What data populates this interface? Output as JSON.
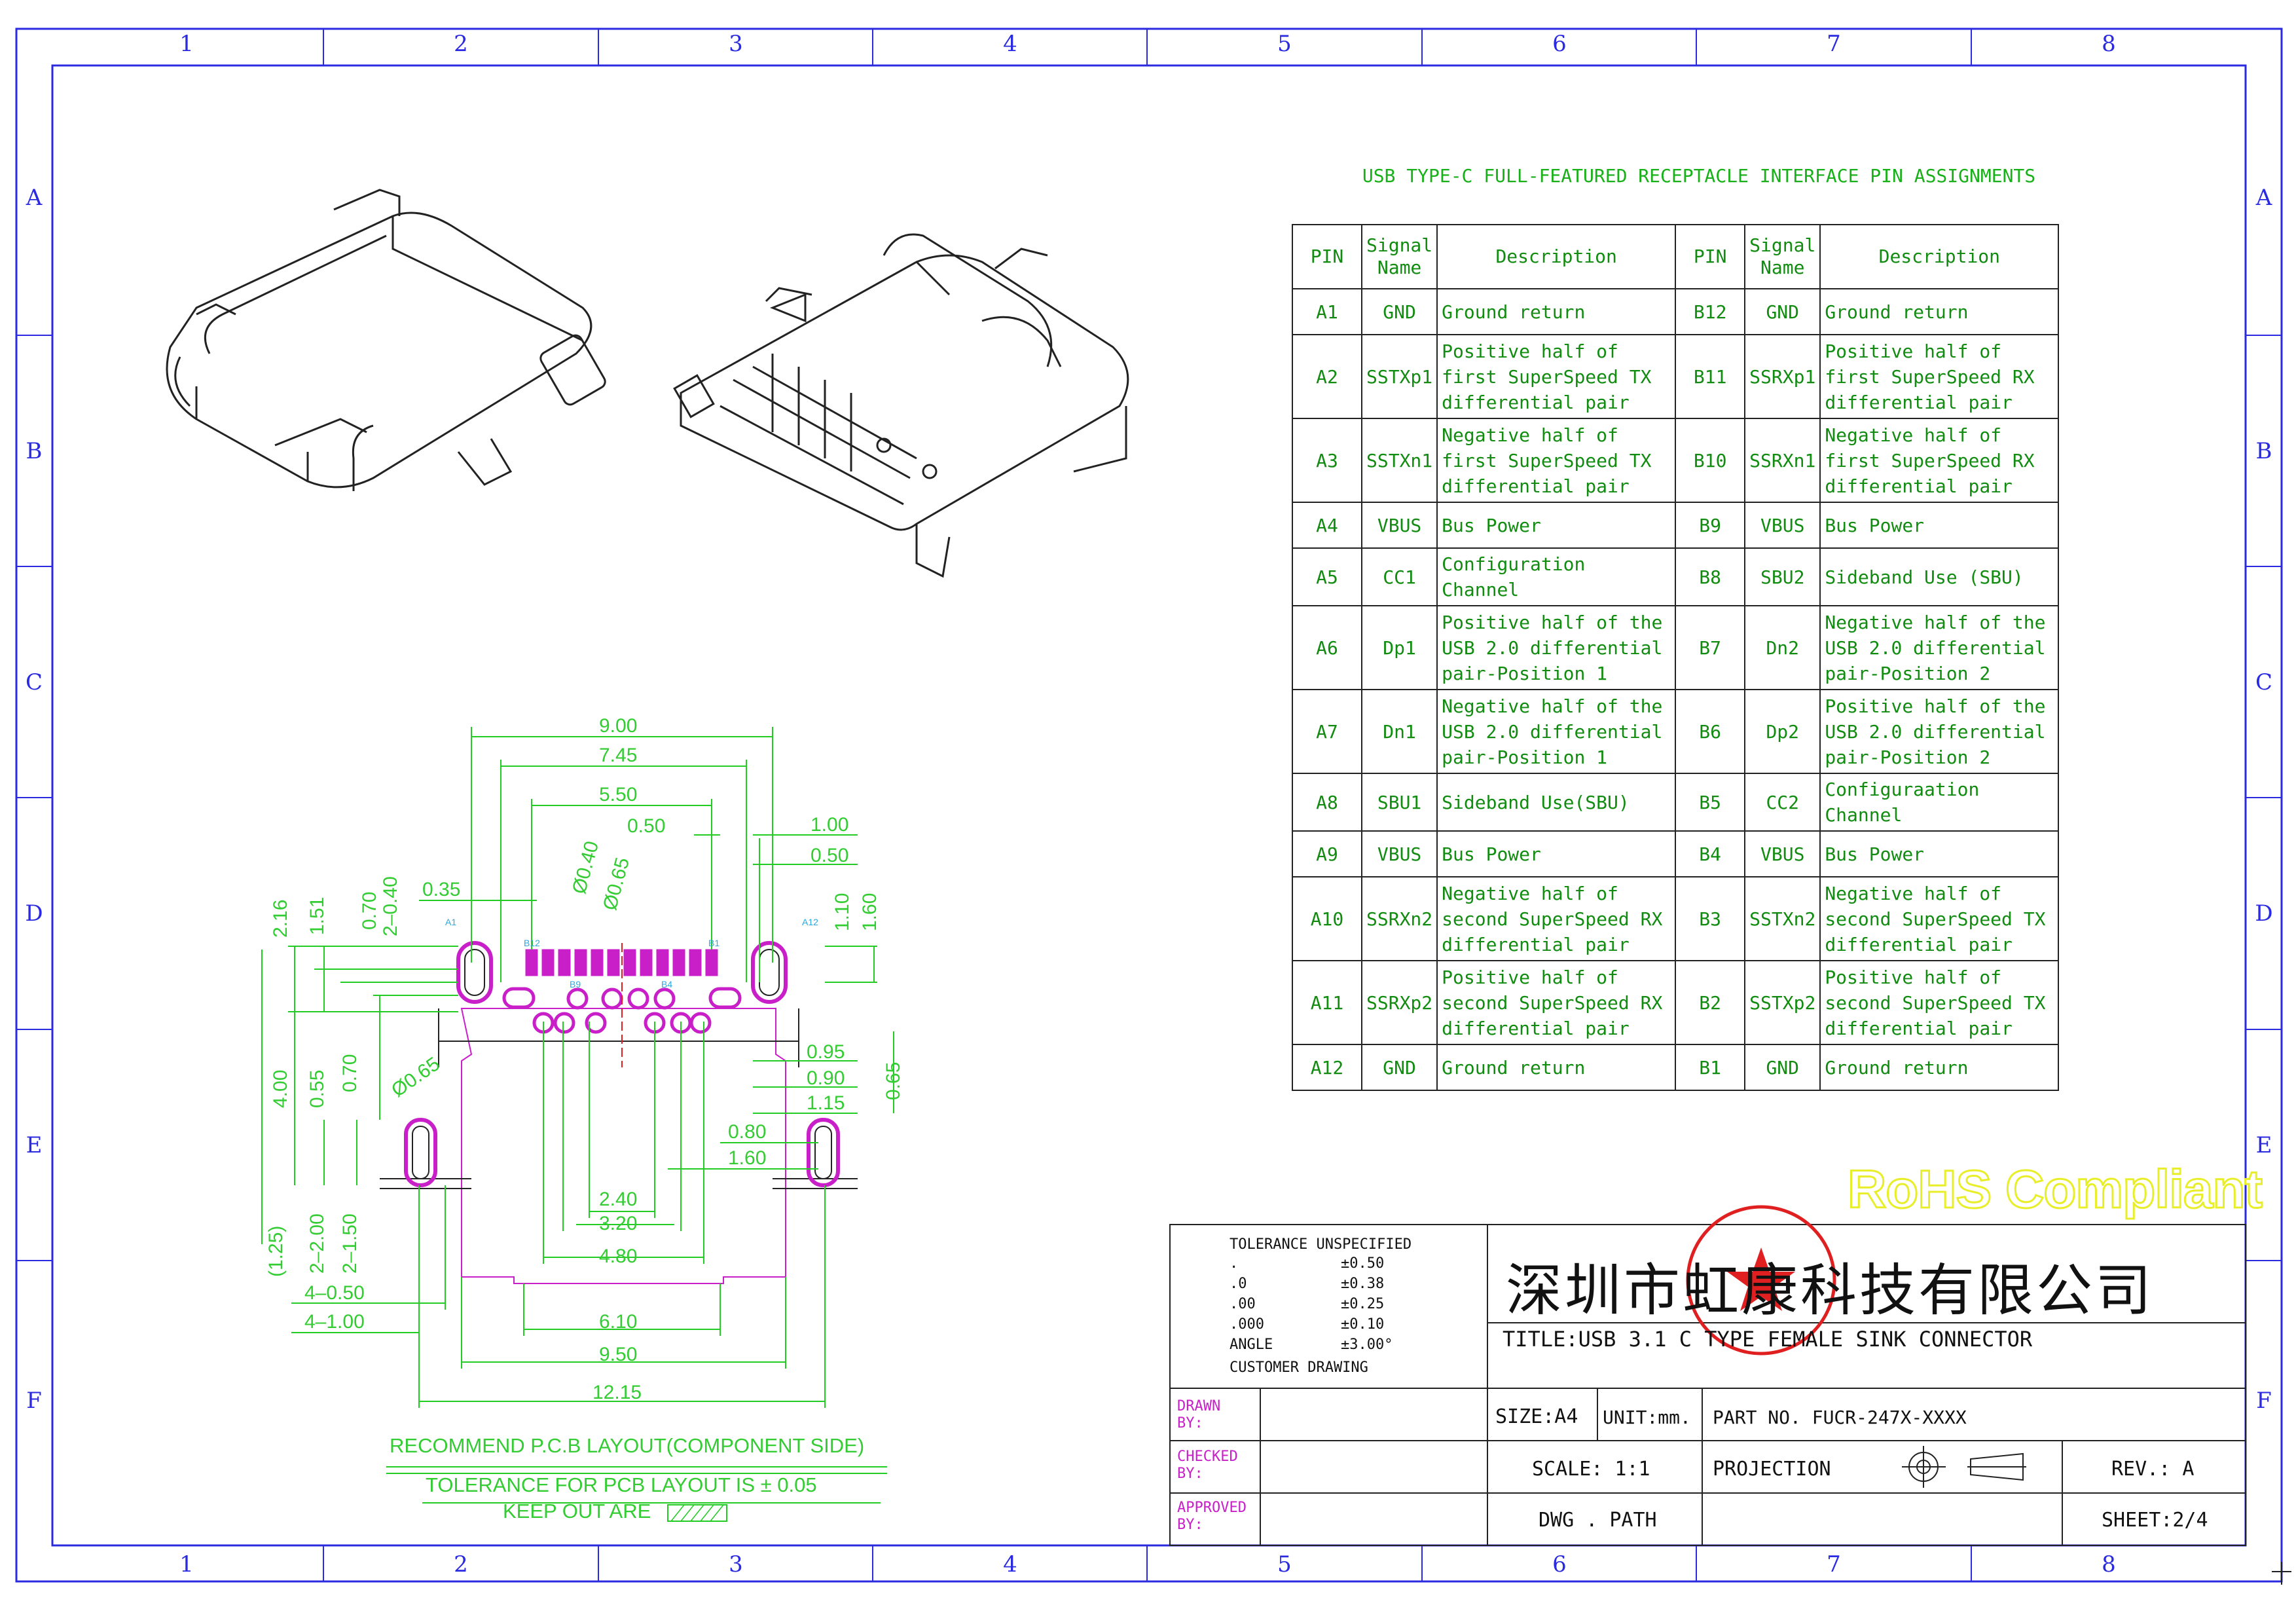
{
  "border": {
    "columns": [
      "1",
      "2",
      "3",
      "4",
      "5",
      "6",
      "7",
      "8"
    ],
    "rows": [
      "A",
      "B",
      "C",
      "D",
      "E",
      "F"
    ]
  },
  "pin_table": {
    "title": "USB TYPE-C FULL-FEATURED RECEPTACLE INTERFACE PIN ASSIGNMENTS",
    "headers": [
      "PIN",
      "Signal Name",
      "Description",
      "PIN",
      "Signal Name",
      "Description"
    ],
    "rows": [
      {
        "pin_a": "A1",
        "sig_a": "GND",
        "desc_a": "Ground return",
        "pin_b": "B12",
        "sig_b": "GND",
        "desc_b": "Ground return"
      },
      {
        "pin_a": "A2",
        "sig_a": "SSTXp1",
        "desc_a": "Positive half of first SuperSpeed TX differential pair",
        "pin_b": "B11",
        "sig_b": "SSRXp1",
        "desc_b": "Positive half of first SuperSpeed RX differential pair"
      },
      {
        "pin_a": "A3",
        "sig_a": "SSTXn1",
        "desc_a": "Negative half of first SuperSpeed TX differential pair",
        "pin_b": "B10",
        "sig_b": "SSRXn1",
        "desc_b": "Negative half of first SuperSpeed RX differential pair"
      },
      {
        "pin_a": "A4",
        "sig_a": "VBUS",
        "desc_a": "Bus Power",
        "pin_b": "B9",
        "sig_b": "VBUS",
        "desc_b": "Bus Power"
      },
      {
        "pin_a": "A5",
        "sig_a": "CC1",
        "desc_a": "Configuration Channel",
        "pin_b": "B8",
        "sig_b": "SBU2",
        "desc_b": "Sideband Use (SBU)"
      },
      {
        "pin_a": "A6",
        "sig_a": "Dp1",
        "desc_a": "Positive half of the USB 2.0 differential pair-Position 1",
        "pin_b": "B7",
        "sig_b": "Dn2",
        "desc_b": "Negative half of the USB 2.0 differential pair-Position 2"
      },
      {
        "pin_a": "A7",
        "sig_a": "Dn1",
        "desc_a": "Negative half of the USB 2.0 differential pair-Position 1",
        "pin_b": "B6",
        "sig_b": "Dp2",
        "desc_b": "Positive half of the USB 2.0 differential pair-Position 2"
      },
      {
        "pin_a": "A8",
        "sig_a": "SBU1",
        "desc_a": "Sideband Use(SBU)",
        "pin_b": "B5",
        "sig_b": "CC2",
        "desc_b": "Configuraation Channel"
      },
      {
        "pin_a": "A9",
        "sig_a": "VBUS",
        "desc_a": "Bus Power",
        "pin_b": "B4",
        "sig_b": "VBUS",
        "desc_b": "Bus Power"
      },
      {
        "pin_a": "A10",
        "sig_a": "SSRXn2",
        "desc_a": "Negative half of second SuperSpeed RX differential pair",
        "pin_b": "B3",
        "sig_b": "SSTXn2",
        "desc_b": "Negative half of second SuperSpeed TX differential pair"
      },
      {
        "pin_a": "A11",
        "sig_a": "SSRXp2",
        "desc_a": "Positive half of second SuperSpeed RX differential pair",
        "pin_b": "B2",
        "sig_b": "SSTXp2",
        "desc_b": "Positive half of second SuperSpeed TX differential pair"
      },
      {
        "pin_a": "A12",
        "sig_a": "GND",
        "desc_a": "Ground return",
        "pin_b": "B1",
        "sig_b": "GND",
        "desc_b": "Ground return"
      }
    ]
  },
  "pcb_layout": {
    "dims": {
      "d900": "9.00",
      "d745": "7.45",
      "d550": "5.50",
      "d050a": "0.50",
      "d100": "1.00",
      "d050b": "0.50",
      "d035": "0.35",
      "d040": "Ø0.40",
      "d065": "Ø0.65",
      "d216": "2.16",
      "d151": "1.51",
      "d070a": "0.70",
      "d2040": "2–0.40",
      "d110": "1.10",
      "d160a": "1.60",
      "d400": "4.00",
      "d055": "0.55",
      "d070b": "0.70",
      "d065b": "Ø0.65",
      "d095": "0.95",
      "d090": "0.90",
      "d115": "1.15",
      "d065c": "0.65",
      "d080": "0.80",
      "d160b": "1.60",
      "d240": "2.40",
      "d320": "3.20",
      "d480": "4.80",
      "d610": "6.10",
      "d950": "9.50",
      "d1215": "12.15",
      "d125": "(1.25)",
      "d2200": "2–2.00",
      "d2150": "2–1.50",
      "d4050": "4–0.50",
      "d4100": "4–1.00"
    },
    "pin_marks": {
      "a1": "A1",
      "a12": "A12",
      "b12": "B12",
      "b1": "B1",
      "b9": "B9",
      "b4": "B4"
    },
    "caption1": "RECOMMEND P.C.B LAYOUT(COMPONENT SIDE)",
    "caption2": "TOLERANCE FOR PCB LAYOUT IS ± 0.05",
    "caption3": "KEEP OUT ARE"
  },
  "rohs": "RoHS Compliant",
  "title_block": {
    "tolerance_title": "TOLERANCE UNSPECIFIED",
    "tolerances": [
      {
        "k": ".",
        "v": "±0.50"
      },
      {
        "k": ".0",
        "v": "±0.38"
      },
      {
        "k": ".00",
        "v": "±0.25"
      },
      {
        "k": ".000",
        "v": "±0.10"
      },
      {
        "k": "ANGLE",
        "v": "±3.00°"
      }
    ],
    "customer": "CUSTOMER DRAWING",
    "company": "深圳市虹康科技有限公司",
    "title": "TITLE:USB 3.1 C TYPE FEMALE SINK CONNECTOR",
    "size": "SIZE:A4",
    "unit": "UNIT:mm.",
    "part_no": "PART NO. FUCR-247X-XXXX",
    "scale": "SCALE: 1:1",
    "projection": "PROJECTION",
    "rev": "REV.: A",
    "dwg_path": "DWG . PATH",
    "sheet": "SHEET:2/4",
    "drawn_by": "DRAWN BY:",
    "checked_by": "CHECKED BY:",
    "approved_by": "APPROVED BY:"
  },
  "colors": {
    "frame": "#2a2ae0",
    "dim": "#22cc22",
    "table_text": "#118c11",
    "magenta": "#c81fc8",
    "stamp": "#e02020",
    "rohs": "#e8ef2a"
  }
}
